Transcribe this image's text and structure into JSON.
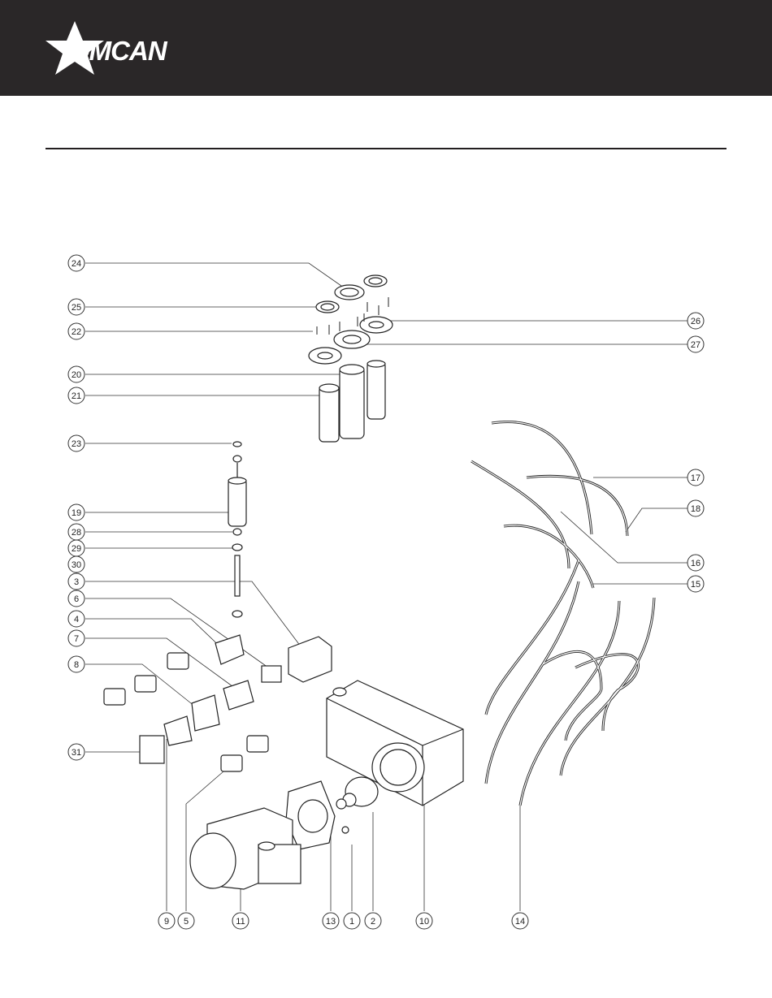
{
  "brand": {
    "name": "OMCAN"
  },
  "diagram": {
    "callouts": [
      "24",
      "25",
      "22",
      "20",
      "21",
      "23",
      "19",
      "28",
      "29",
      "30",
      "3",
      "6",
      "4",
      "7",
      "8",
      "31",
      "26",
      "27",
      "17",
      "18",
      "16",
      "15",
      "9",
      "5",
      "11",
      "13",
      "1",
      "2",
      "10",
      "14"
    ]
  }
}
